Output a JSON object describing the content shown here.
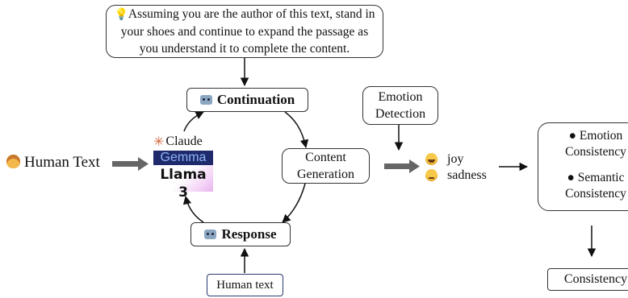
{
  "prompt_box": {
    "icon": "lightbulb-icon",
    "text": "Assuming you are the author of this text, stand in your shoes and continue to expand the passage as you understand it to complete the content."
  },
  "continuation": {
    "icon": "robot-icon",
    "label": "Continuation"
  },
  "content_generation": {
    "label": "Content Generation"
  },
  "response": {
    "icon": "robot-icon",
    "label": "Response"
  },
  "human_text_input": {
    "label": "Human text"
  },
  "human_text_source": {
    "icon": "person-icon",
    "label": "Human Text"
  },
  "models": {
    "claude": "Claude",
    "gemma": "Gemma",
    "llama": "Llama 3"
  },
  "emotion_detection": {
    "label": "Emotion Detection"
  },
  "emotions": [
    {
      "icon": "joy-emoji-icon",
      "label": "joy"
    },
    {
      "icon": "sad-emoji-icon",
      "label": "sadness"
    }
  ],
  "consistency_box": {
    "items": [
      "Emotion Consistency",
      "Semantic Consistency"
    ]
  },
  "consistency_result": {
    "label": "Consistency"
  },
  "colors": {
    "arrow_fat": "#666666",
    "border": "#333333",
    "human_text_border": "#2a3a72",
    "gemma_bg": "#1e2a6b"
  }
}
